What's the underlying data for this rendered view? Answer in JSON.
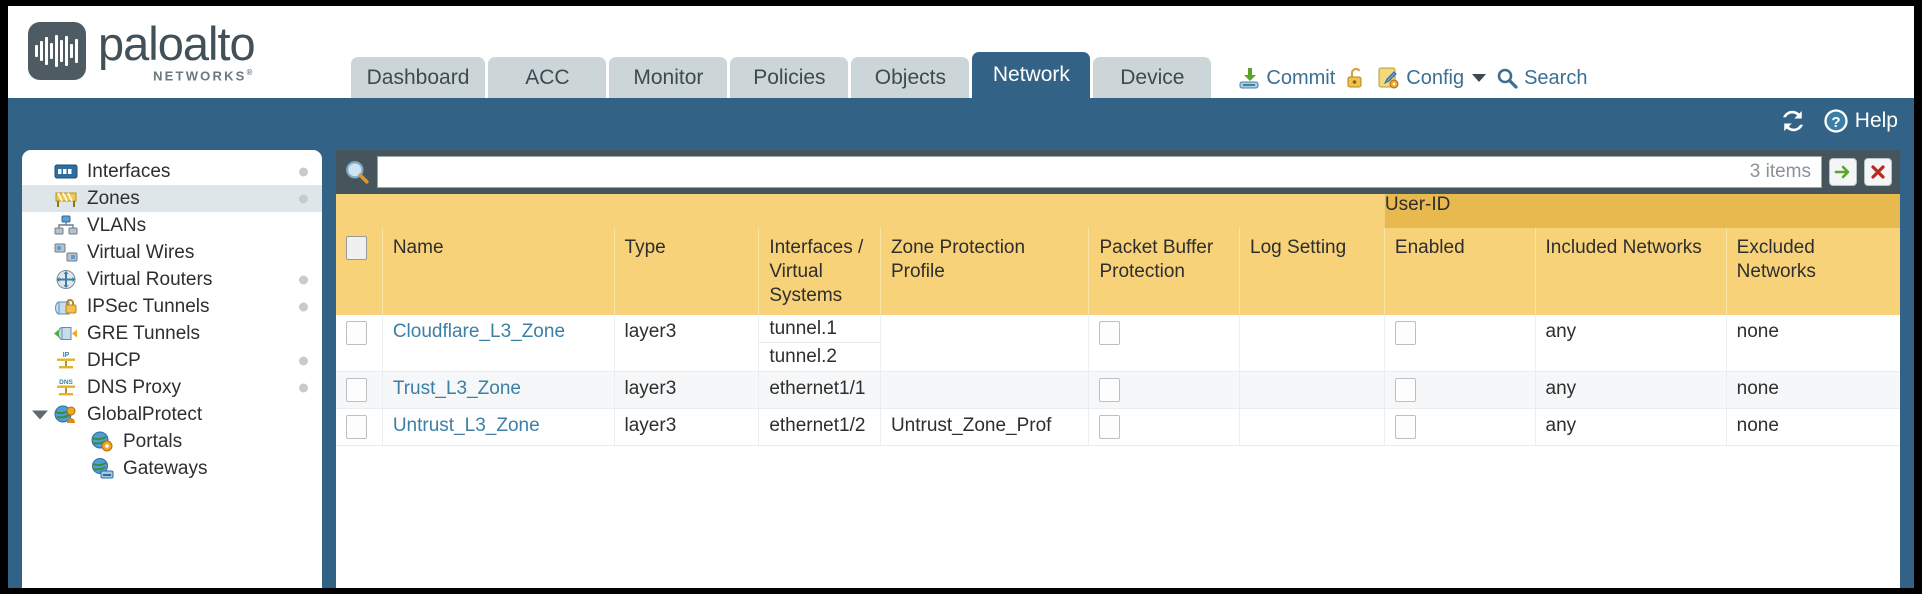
{
  "brand": {
    "name": "paloalto",
    "sub": "NETWORKS",
    "registered": "®"
  },
  "nav": {
    "tabs": [
      {
        "label": "Dashboard",
        "active": false
      },
      {
        "label": "ACC",
        "active": false
      },
      {
        "label": "Monitor",
        "active": false
      },
      {
        "label": "Policies",
        "active": false
      },
      {
        "label": "Objects",
        "active": false
      },
      {
        "label": "Network",
        "active": true
      },
      {
        "label": "Device",
        "active": false
      }
    ]
  },
  "header_actions": {
    "commit": "Commit",
    "lock_icon": "padlock-icon",
    "config": "Config",
    "search": "Search"
  },
  "band": {
    "refresh_icon": "refresh-icon",
    "help": "Help"
  },
  "sidebar": {
    "items": [
      {
        "label": "Interfaces",
        "icon": "interfaces-icon",
        "selected": false,
        "child": false,
        "dot": true,
        "twisty": false
      },
      {
        "label": "Zones",
        "icon": "zones-icon",
        "selected": true,
        "child": false,
        "dot": true,
        "twisty": false
      },
      {
        "label": "VLANs",
        "icon": "vlans-icon",
        "selected": false,
        "child": false,
        "dot": false,
        "twisty": false
      },
      {
        "label": "Virtual Wires",
        "icon": "virtual-wires-icon",
        "selected": false,
        "child": false,
        "dot": false,
        "twisty": false
      },
      {
        "label": "Virtual Routers",
        "icon": "virtual-routers-icon",
        "selected": false,
        "child": false,
        "dot": true,
        "twisty": false
      },
      {
        "label": "IPSec Tunnels",
        "icon": "ipsec-tunnels-icon",
        "selected": false,
        "child": false,
        "dot": true,
        "twisty": false
      },
      {
        "label": "GRE Tunnels",
        "icon": "gre-tunnels-icon",
        "selected": false,
        "child": false,
        "dot": false,
        "twisty": false
      },
      {
        "label": "DHCP",
        "icon": "dhcp-icon",
        "selected": false,
        "child": false,
        "dot": true,
        "twisty": false
      },
      {
        "label": "DNS Proxy",
        "icon": "dns-proxy-icon",
        "selected": false,
        "child": false,
        "dot": true,
        "twisty": false
      },
      {
        "label": "GlobalProtect",
        "icon": "globalprotect-icon",
        "selected": false,
        "child": false,
        "dot": false,
        "twisty": true
      },
      {
        "label": "Portals",
        "icon": "portals-icon",
        "selected": false,
        "child": true,
        "dot": false,
        "twisty": false
      },
      {
        "label": "Gateways",
        "icon": "gateways-icon",
        "selected": false,
        "child": true,
        "dot": false,
        "twisty": false
      }
    ]
  },
  "search": {
    "value": "",
    "placeholder": "",
    "item_count": "3 items",
    "apply_icon": "green-arrow-apply-filter-icon",
    "clear_icon": "red-x-clear-filter-icon",
    "magnifier_icon": "search-icon"
  },
  "table": {
    "group_header": {
      "label": "User-ID",
      "span": 3
    },
    "columns": [
      "Name",
      "Type",
      "Interfaces / Virtual Systems",
      "Zone Protection Profile",
      "Packet Buffer Protection",
      "Log Setting",
      "Enabled",
      "Included Networks",
      "Excluded Networks"
    ],
    "rows": [
      {
        "name": "Cloudflare_L3_Zone",
        "type": "layer3",
        "interfaces": [
          "tunnel.1",
          "tunnel.2"
        ],
        "zone_protection_profile": "",
        "packet_buffer_protection": false,
        "log_setting": "",
        "userid_enabled": false,
        "included_networks": "any",
        "excluded_networks": "none",
        "selected": false
      },
      {
        "name": "Trust_L3_Zone",
        "type": "layer3",
        "interfaces": [
          "ethernet1/1"
        ],
        "zone_protection_profile": "",
        "packet_buffer_protection": false,
        "log_setting": "",
        "userid_enabled": false,
        "included_networks": "any",
        "excluded_networks": "none",
        "selected": false
      },
      {
        "name": "Untrust_L3_Zone",
        "type": "layer3",
        "interfaces": [
          "ethernet1/2"
        ],
        "zone_protection_profile": "Untrust_Zone_Prof",
        "packet_buffer_protection": false,
        "log_setting": "",
        "userid_enabled": false,
        "included_networks": "any",
        "excluded_networks": "none",
        "selected": false
      }
    ]
  },
  "colors": {
    "nav_active": "#326285",
    "nav_inactive": "#ccd6d8",
    "band": "#326285",
    "table_header": "#f7d279",
    "table_group_header": "#e8b94f",
    "link": "#3b7fa6",
    "search_row": "#46545c"
  }
}
